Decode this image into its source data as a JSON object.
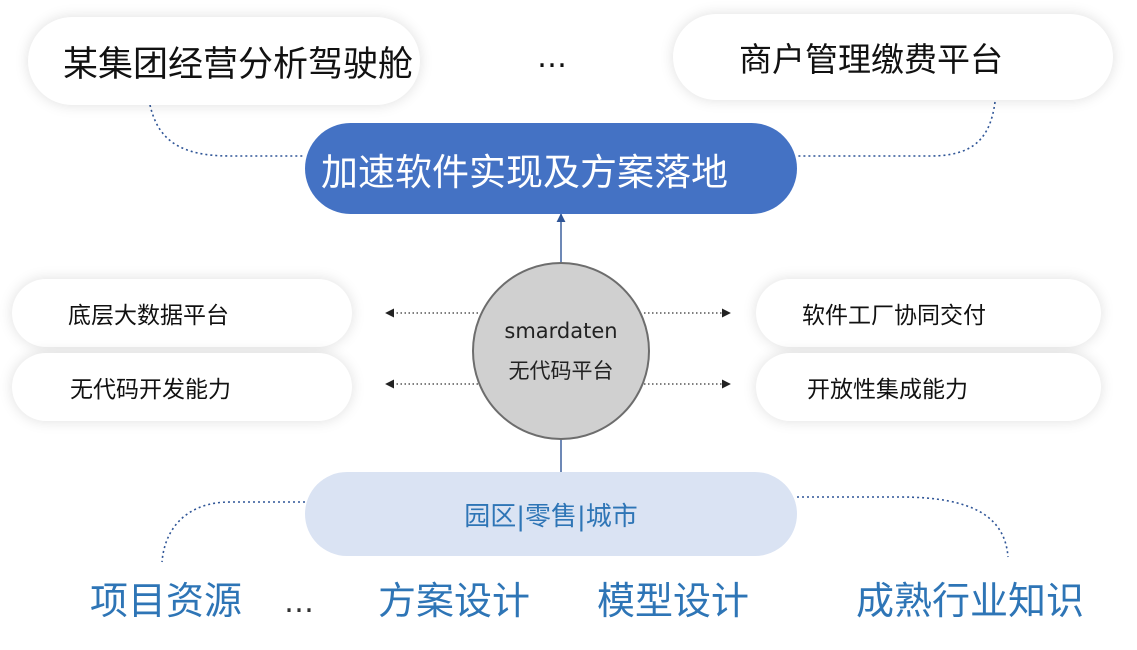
{
  "applications": {
    "left": "某集团经营分析驾驶舱",
    "ellipsis": "…",
    "right": "商户管理缴费平台"
  },
  "goal": "加速软件实现及方案落地",
  "platform": {
    "name": "smardaten",
    "subtitle": "无代码平台"
  },
  "capabilities": {
    "left": [
      "底层大数据平台",
      "无代码开发能力"
    ],
    "right": [
      "软件工厂协同交付",
      "开放性集成能力"
    ]
  },
  "industries": "园区|零售|城市",
  "foundations": {
    "items": [
      "项目资源",
      "方案设计",
      "模型设计",
      "成熟行业知识"
    ],
    "ellipsis": "…"
  },
  "colors": {
    "goal_banner": "#4472c4",
    "industry_banner": "#dae3f3",
    "accent_text": "#2e75b6",
    "platform_circle": "#d0d0d0",
    "connector": "#2f5597"
  }
}
